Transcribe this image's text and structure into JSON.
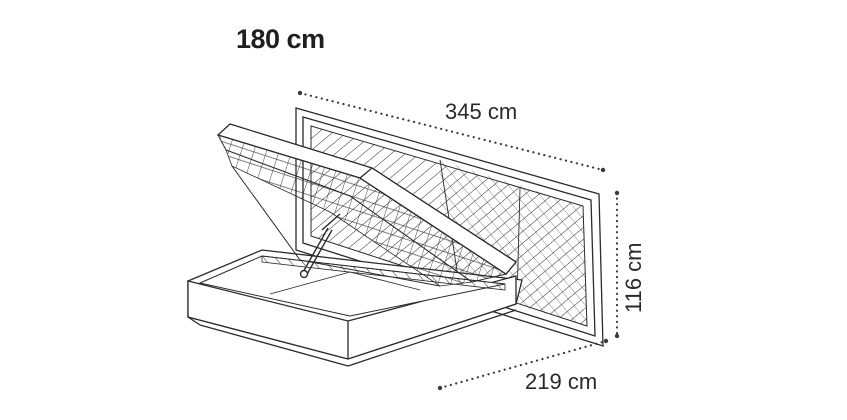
{
  "title": "180 cm",
  "dimensions": {
    "width": "345 cm",
    "depth": "219 cm",
    "height": "116 cm"
  },
  "colors": {
    "line": "#2b2b2b",
    "dimension_dots": "#3a3a3a",
    "background": "#ffffff"
  }
}
